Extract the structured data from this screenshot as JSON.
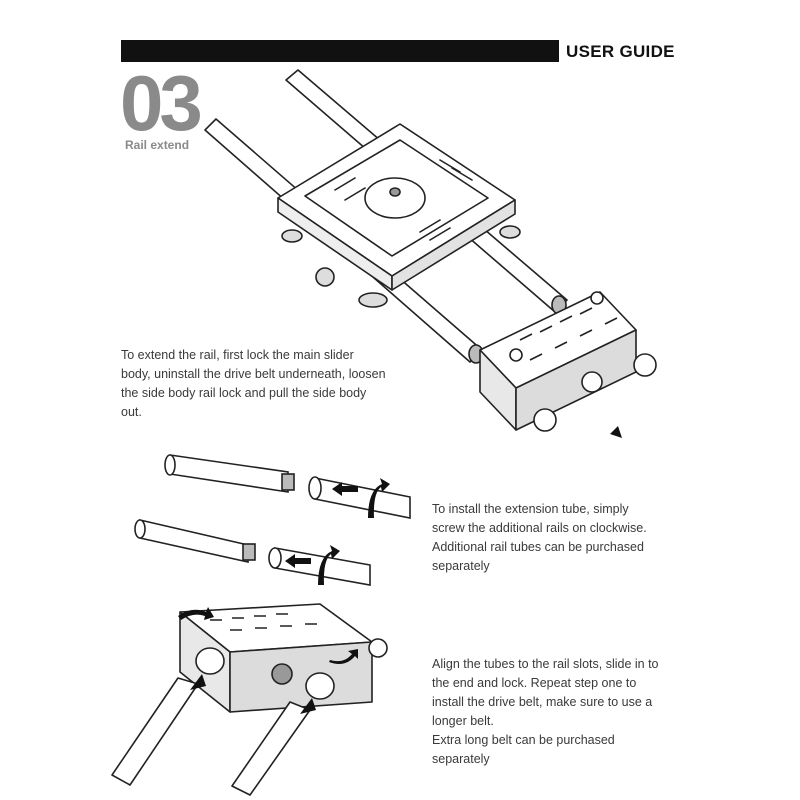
{
  "header": {
    "title": "USER GUIDE"
  },
  "step": {
    "number": "03",
    "label": "Rail extend"
  },
  "instructions": {
    "extend_rail": "To extend the rail, first lock the main slider body, uninstall the drive belt underneath, loosen the side body rail lock and pull the side body out.",
    "install_tube": "To install the extension tube, simply screw the additional rails on clockwise. Additional rail tubes can be purchased separately",
    "align_tubes": "Align the tubes to the rail slots, slide in to the end and lock. Repeat step one to install the drive belt, make sure to use a longer belt.",
    "extra_belt": "Extra long belt can be purchased separately"
  }
}
